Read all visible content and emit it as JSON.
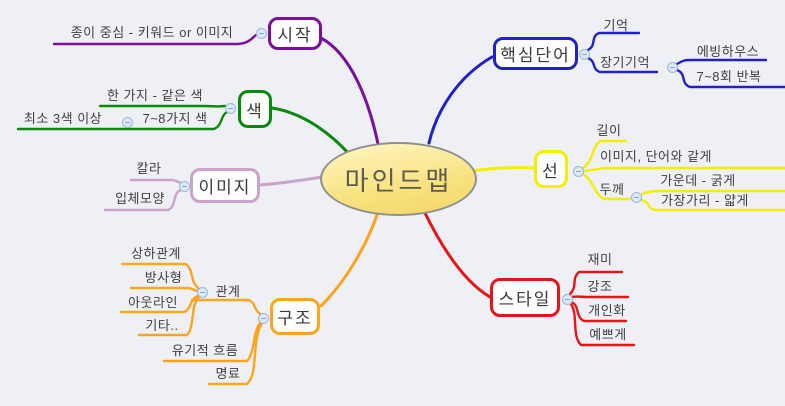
{
  "colors": {
    "background": "#eef0f5",
    "center_fill_top": "#fff6c4",
    "center_fill_bottom": "#f3d566",
    "center_border": "#8f8f8f",
    "fold_fill": "#dce8f7",
    "fold_border": "#9ab7dc"
  },
  "center": {
    "label": "마인드맵"
  },
  "branches": {
    "start": {
      "label": "시작",
      "color": "#7a0f9e",
      "children": {
        "paper": {
          "label": "종이 중심 - 키워드 or 이미지"
        }
      }
    },
    "keyword": {
      "label": "핵심단어",
      "color": "#2121cc",
      "children": {
        "memory": {
          "label": "기억"
        },
        "longterm": {
          "label": "장기기억",
          "children": {
            "ebbinghaus": {
              "label": "에빙하우스"
            },
            "repeat": {
              "label": "7~8회 반복"
            }
          }
        }
      }
    },
    "color": {
      "label": "색",
      "color": "#0a8a0a",
      "children": {
        "one": {
          "label": "한 가지 - 같은 색"
        },
        "seven": {
          "label": "7~8가지 색",
          "children": {
            "min": {
              "label": "최소 3색 이상"
            }
          }
        }
      }
    },
    "line": {
      "label": "선",
      "color": "#f2ef00",
      "children": {
        "length": {
          "label": "길이"
        },
        "same": {
          "label": "이미지, 단어와 같게"
        },
        "thickness": {
          "label": "두께",
          "children": {
            "center_thick": {
              "label": "가운데 - 굵게"
            },
            "edge_thin": {
              "label": "가장가리 - 얇게"
            }
          }
        }
      }
    },
    "image": {
      "label": "이미지",
      "color": "#c9a3c9",
      "children": {
        "color": {
          "label": "칼라"
        },
        "shape_3d": {
          "label": "입체모양"
        }
      }
    },
    "structure": {
      "label": "구조",
      "color": "#fba41c",
      "children": {
        "relation": {
          "label": "관계",
          "children": {
            "hierarchy": {
              "label": "상하관계"
            },
            "radial": {
              "label": "방사형"
            },
            "outline": {
              "label": "아웃라인"
            },
            "etc": {
              "label": "기타.."
            }
          }
        },
        "flow": {
          "label": "유기적 흐름"
        },
        "clarity": {
          "label": "명료"
        }
      }
    },
    "style": {
      "label": "스타일",
      "color": "#e51515",
      "children": {
        "fun": {
          "label": "재미"
        },
        "emphasis": {
          "label": "강조"
        },
        "personal": {
          "label": "개인화"
        },
        "pretty": {
          "label": "예쁘게"
        }
      }
    }
  }
}
